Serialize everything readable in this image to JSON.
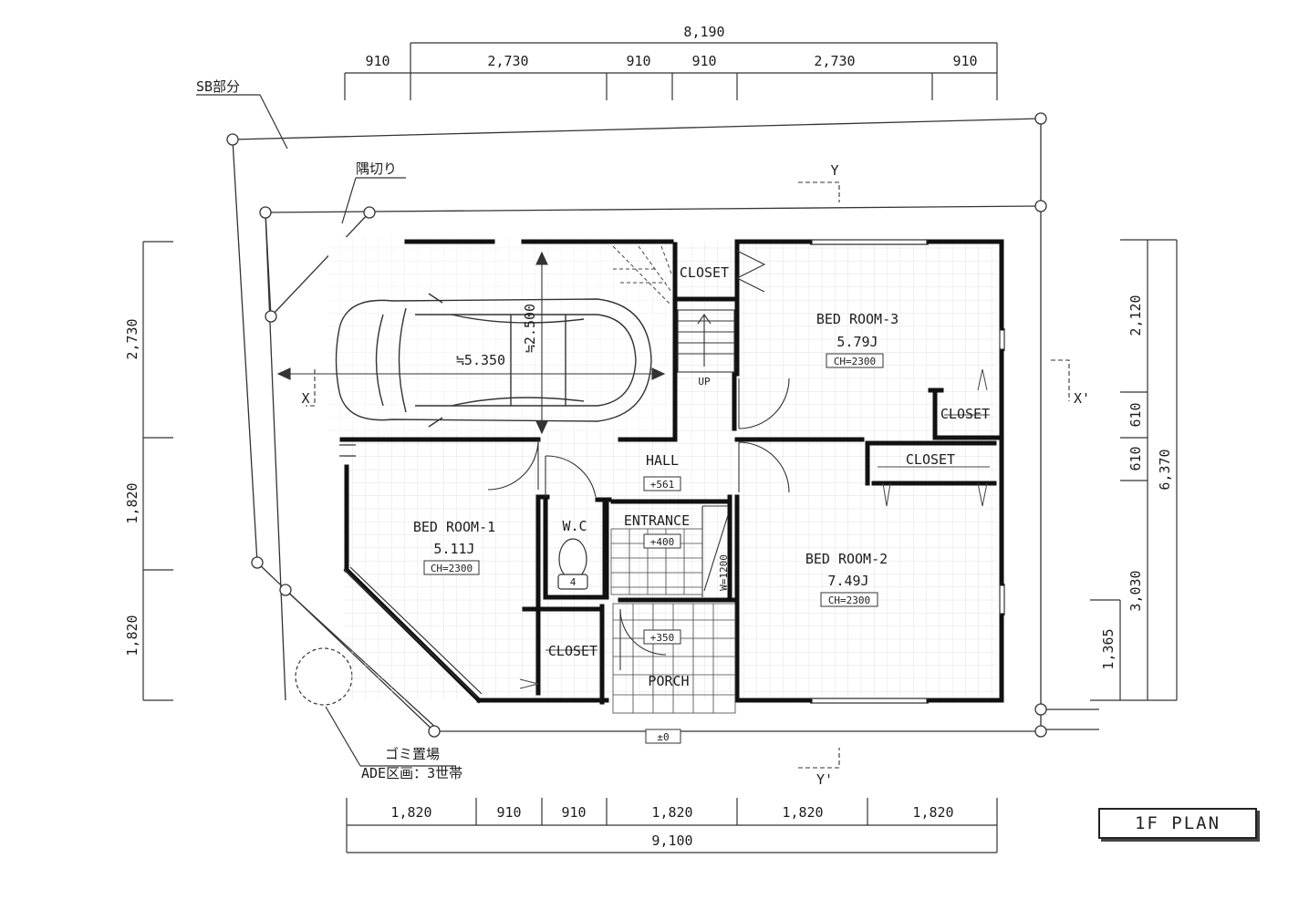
{
  "plan_title": "1F PLAN",
  "dims": {
    "top_total": "8,190",
    "top": [
      "910",
      "2,730",
      "910",
      "910",
      "2,730",
      "910"
    ],
    "bottom": [
      "1,820",
      "910",
      "910",
      "1,820",
      "1,820",
      "1,820"
    ],
    "bottom_total": "9,100",
    "left": [
      "2,730",
      "1,820",
      "1,820"
    ],
    "right_a": [
      "2,120",
      "610",
      "610",
      "1,365"
    ],
    "right_b": [
      "3,030",
      "6,370"
    ]
  },
  "annotations": {
    "sb": "SB部分",
    "corner_cut": "隅切り",
    "garbage": "ゴミ置場",
    "ade": "ADE区画：3世帯",
    "car_length": "≒5.350",
    "car_width": "≒2.500",
    "up": "UP",
    "stair_width": "W=1200",
    "section_x": "X",
    "section_x2": "X'",
    "section_y": "Y",
    "section_y2": "Y'"
  },
  "rooms": {
    "bed1": {
      "name": "BED ROOM-1",
      "area": "5.11J",
      "ch": "CH=2300"
    },
    "bed2": {
      "name": "BED ROOM-2",
      "area": "7.49J",
      "ch": "CH=2300"
    },
    "bed3": {
      "name": "BED ROOM-3",
      "area": "5.79J",
      "ch": "CH=2300"
    },
    "hall": {
      "name": "HALL",
      "level": "+561"
    },
    "wc": {
      "name": "W.C"
    },
    "entrance": {
      "name": "ENTRANCE",
      "level": "+400"
    },
    "porch": {
      "name": "PORCH",
      "level": "+350"
    },
    "closet": "CLOSET",
    "ground_level": "±0",
    "wc_fixture": "4"
  }
}
